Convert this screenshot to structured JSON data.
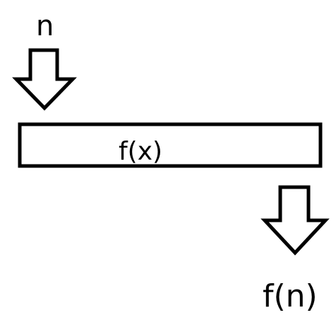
{
  "diagram": {
    "input_label": "n",
    "function_label": "f(x)",
    "output_label": "f(n)"
  },
  "colors": {
    "stroke": "#000000",
    "background": "#ffffff"
  }
}
